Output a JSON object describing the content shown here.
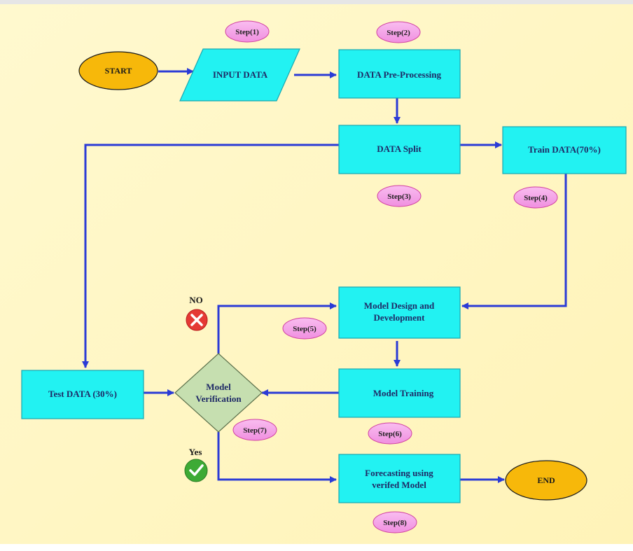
{
  "colors": {
    "background": "#fff8c8",
    "process_fill": "#22f2f2",
    "process_stroke": "#1aa6b0",
    "terminal_fill": "#f7b80a",
    "decision_fill": "#c6dfb0",
    "step_fill": "#f7a6e8",
    "step_stroke": "#d040a0",
    "arrow": "#2b3bd6",
    "no_icon": "#e53935",
    "yes_icon": "#3daa35"
  },
  "terminals": {
    "start": "START",
    "end": "END"
  },
  "nodes": {
    "input": "INPUT DATA",
    "preprocess": "DATA Pre-Processing",
    "split": "DATA Split",
    "train": "Train DATA(70%)",
    "design_line1": "Model  Design and",
    "design_line2": "Development",
    "training": "Model Training",
    "verify_line1": "Model",
    "verify_line2": "Verification",
    "test": "Test DATA (30%)",
    "forecast_line1": "Forecasting using",
    "forecast_line2": "verifed Model"
  },
  "steps": {
    "s1": "Step(1)",
    "s2": "Step(2)",
    "s3": "Step(3)",
    "s4": "Step(4)",
    "s5": "Step(5)",
    "s6": "Step(6)",
    "s7": "Step(7)",
    "s8": "Step(8)"
  },
  "decision_labels": {
    "no": "NO",
    "yes": "Yes"
  },
  "icons": {
    "no": "x-circle-icon",
    "yes": "check-circle-icon"
  }
}
